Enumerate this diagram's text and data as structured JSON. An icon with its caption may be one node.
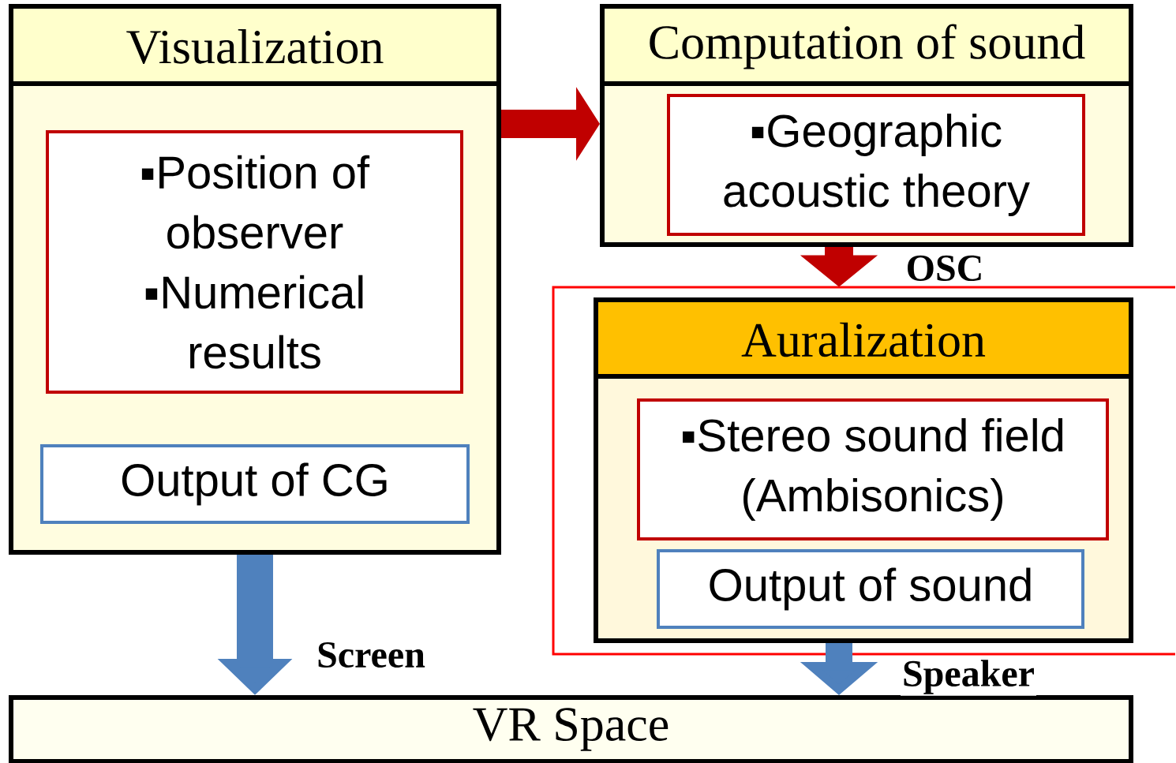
{
  "diagram": {
    "nodes": [
      {
        "text": [
          "Visualization"
        ]
      },
      {
        "text": [
          "▪Position of observer",
          "▪Numerical results"
        ],
        "in": 0
      },
      {
        "text": [
          "Output of CG"
        ],
        "in": 0
      },
      {
        "text": [
          "Computation of sound"
        ]
      },
      {
        "text": [
          "▪Geographic acoustic theory"
        ],
        "in": 3
      },
      {
        "text": [],
        "shape": "box"
      },
      {
        "text": [
          "Auralization"
        ],
        "in": 5
      },
      {
        "text": [
          "▪Stereo sound field (Ambisonics)"
        ],
        "in": 6
      },
      {
        "text": [
          "Output of sound"
        ],
        "in": 6
      },
      {
        "text": [
          "VR Space"
        ]
      }
    ],
    "edges": [
      {
        "from": 0,
        "to": 3,
        "arrow": "to",
        "color": "#c00000"
      },
      {
        "from": 3,
        "to": 5,
        "arrow": "to",
        "label": "OSC",
        "color": "#c00000"
      },
      {
        "from": 0,
        "to": 9,
        "arrow": "to",
        "label": "Screen",
        "color": "#4f81bd"
      },
      {
        "from": 6,
        "to": 9,
        "arrow": "to",
        "label": "Speaker",
        "color": "#4f81bd"
      }
    ]
  }
}
